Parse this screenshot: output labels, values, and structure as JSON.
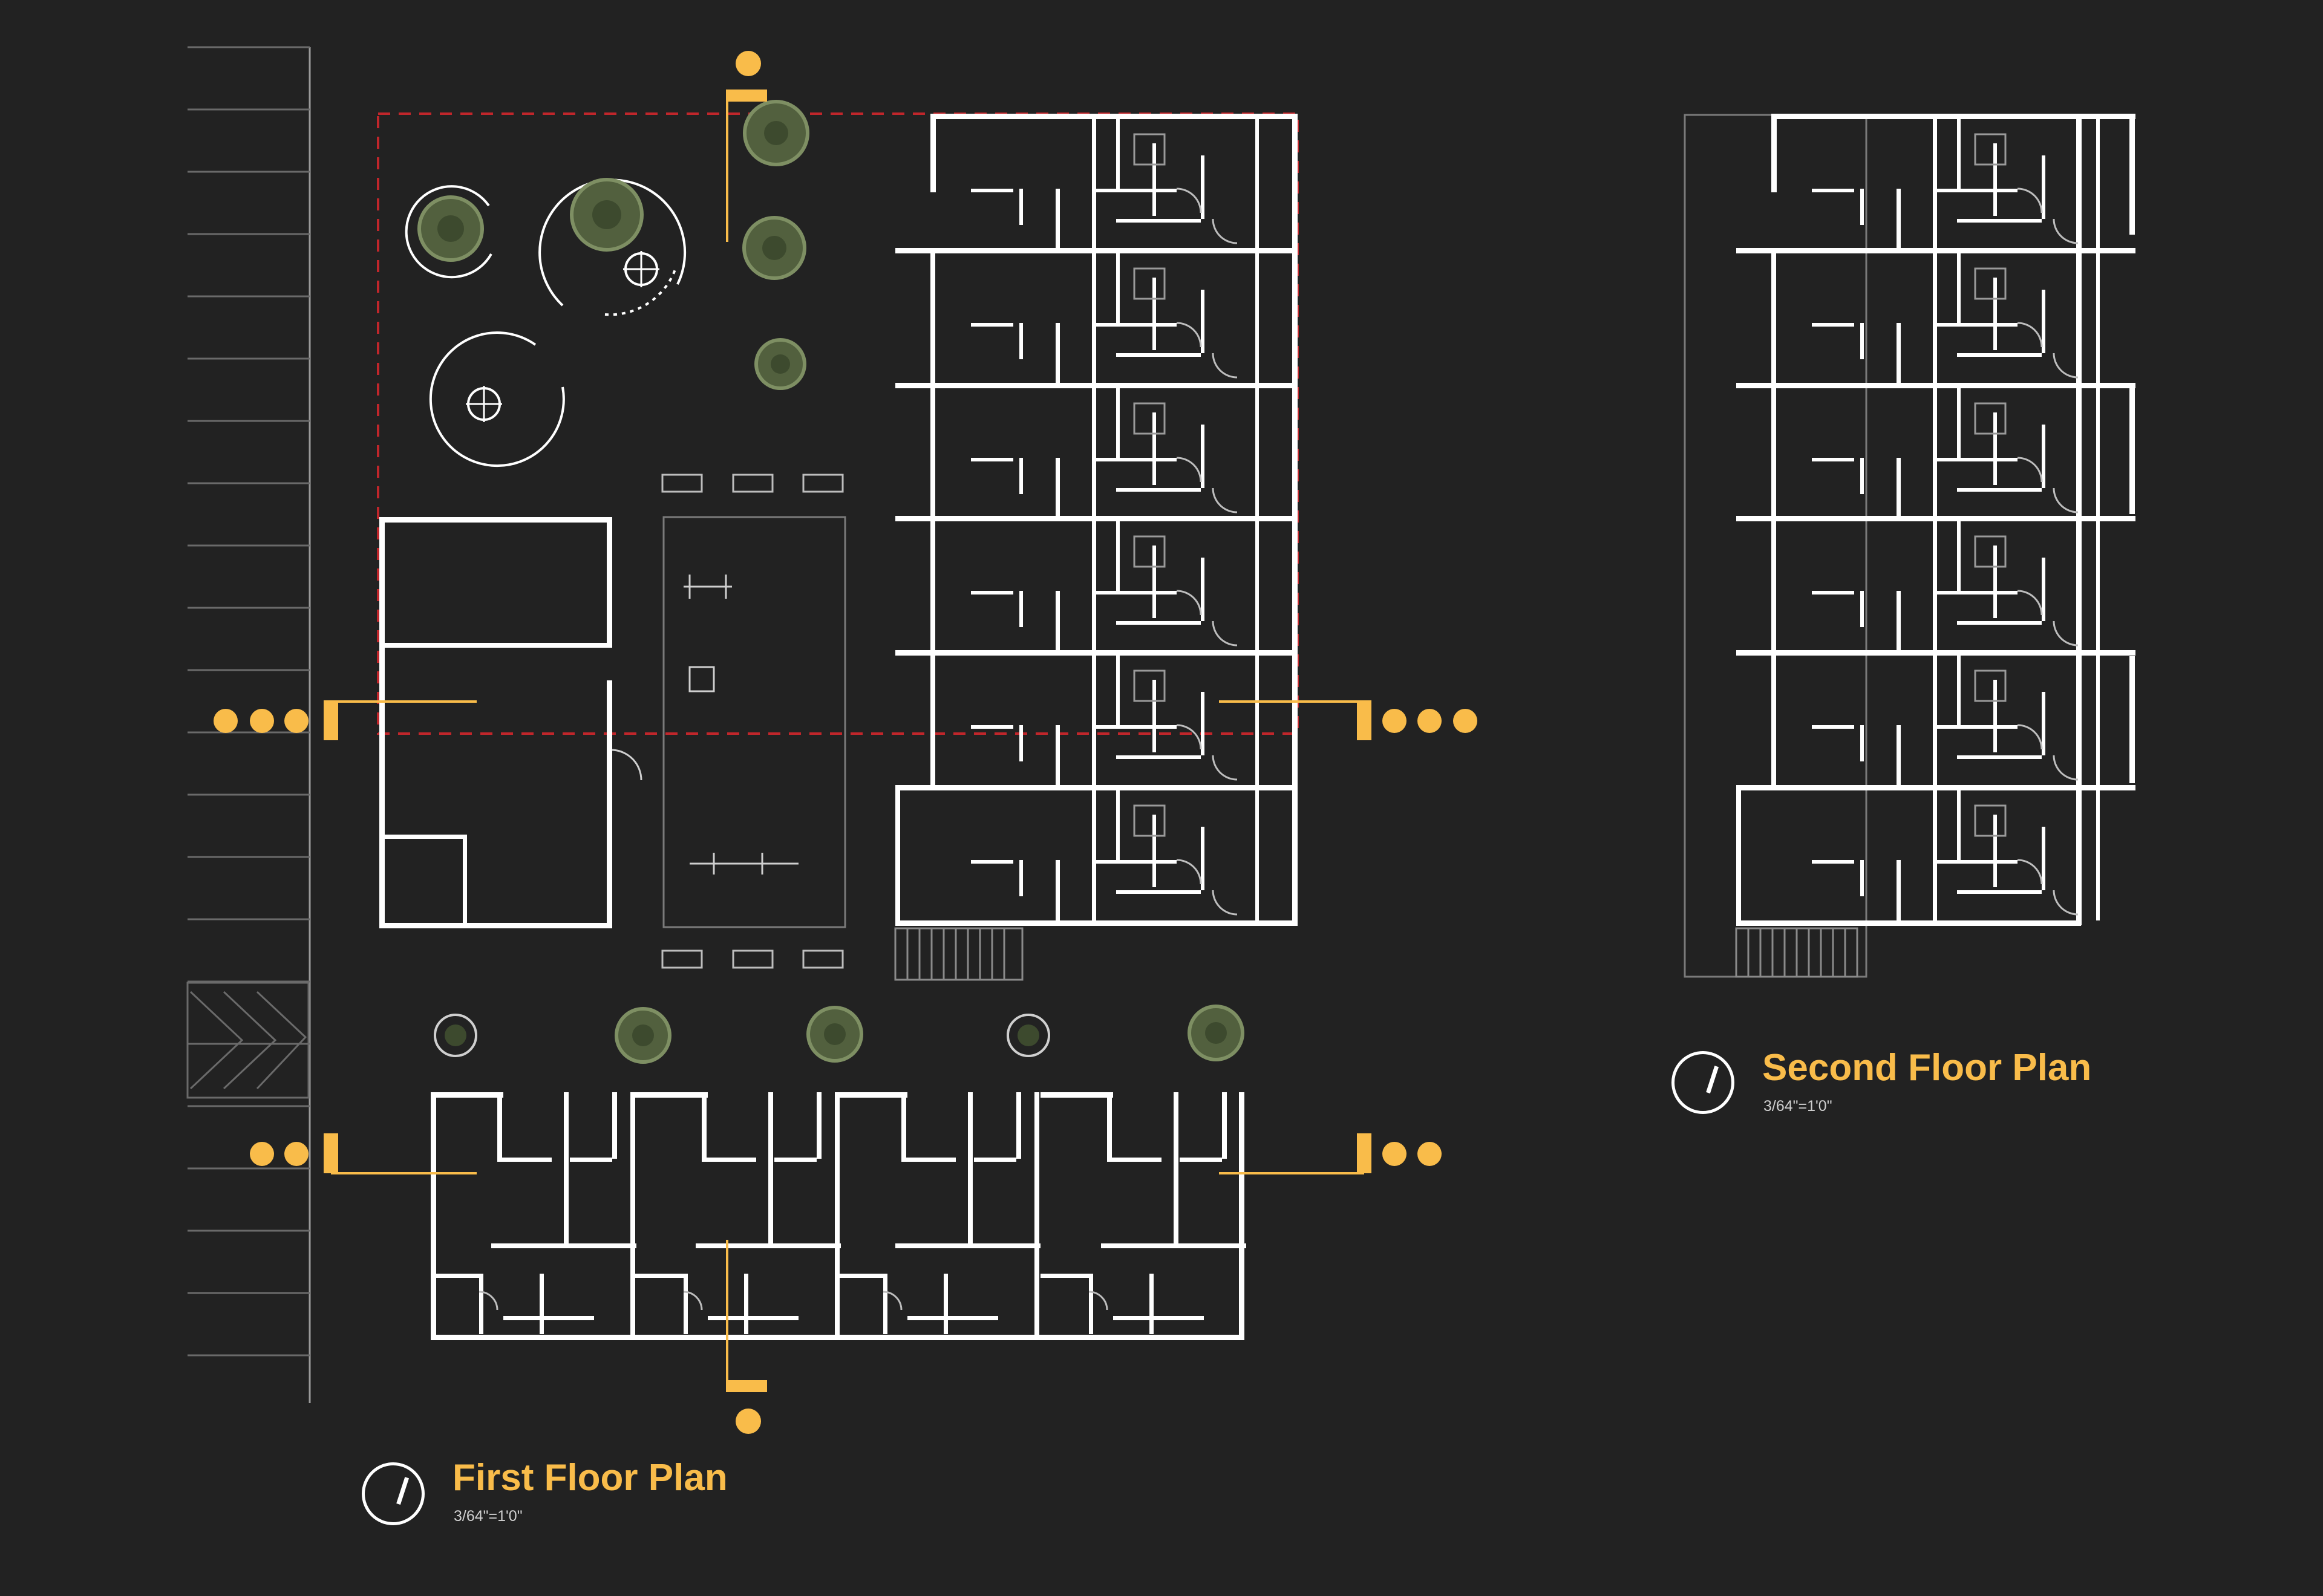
{
  "drawing": {
    "background_color": "#222222",
    "accent_color": "#f9bc4a",
    "wall_color": "#ffffff",
    "boundary_color": "#c0262b"
  },
  "first_floor": {
    "title": "First Floor Plan",
    "scale": "3/64\"=1'0\"",
    "north_arrow": "north-arrow-icon"
  },
  "second_floor": {
    "title": "Second Floor Plan",
    "scale": "3/64\"=1'0\"",
    "north_arrow": "north-arrow-icon"
  }
}
